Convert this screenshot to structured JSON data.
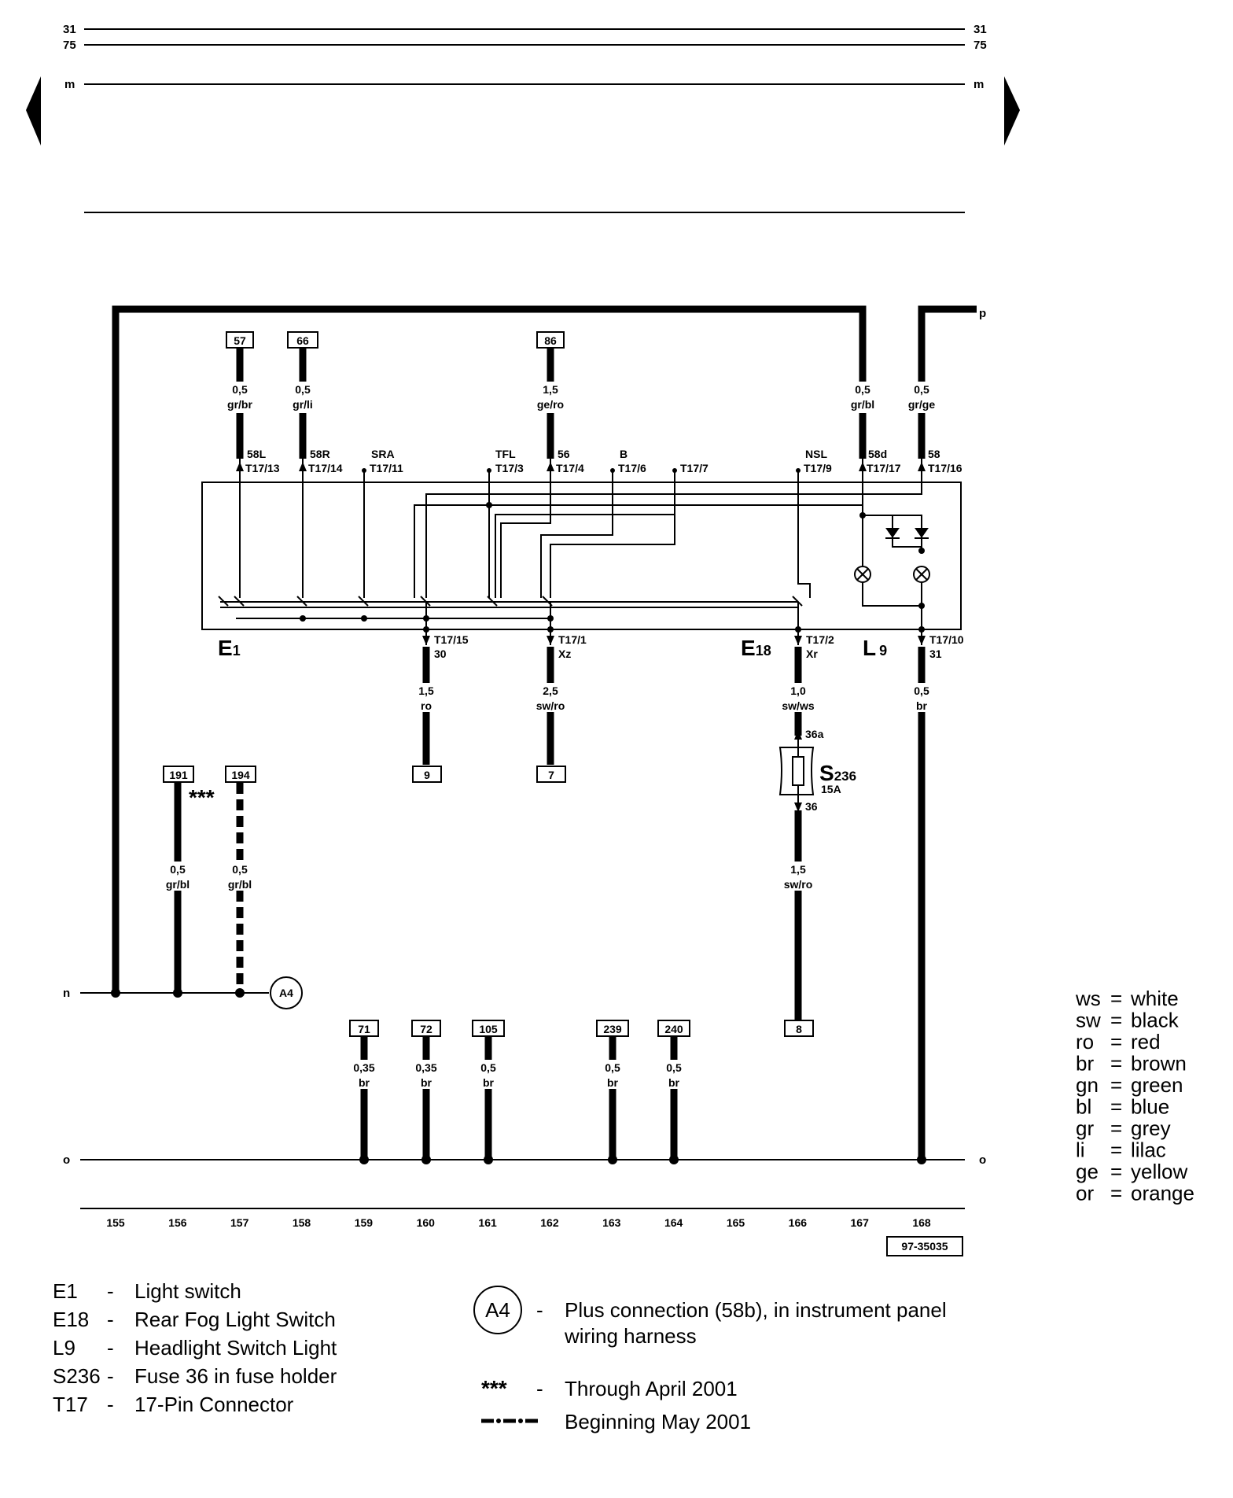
{
  "rails": {
    "r31": "31",
    "r75": "75",
    "m": "m",
    "p": "p",
    "n": "n",
    "o": "o"
  },
  "wires": {
    "w57": {
      "num": "57",
      "size": "0,5",
      "color": "gr/br"
    },
    "w66": {
      "num": "66",
      "size": "0,5",
      "color": "gr/li"
    },
    "w86": {
      "num": "86",
      "size": "1,5",
      "color": "ge/ro"
    },
    "w167": {
      "size": "0,5",
      "color": "gr/bl"
    },
    "w168": {
      "size": "0,5",
      "color": "gr/ge"
    },
    "w30": {
      "size": "1,5",
      "color": "ro",
      "num": "9"
    },
    "wxz": {
      "size": "2,5",
      "color": "sw/ro",
      "num": "7"
    },
    "wxr": {
      "size": "1,0",
      "color": "sw/ws"
    },
    "w31": {
      "size": "0,5",
      "color": "br"
    },
    "w36": {
      "size": "1,5",
      "color": "sw/ro",
      "num": "8"
    },
    "w191": {
      "num": "191",
      "size": "0,5",
      "color": "gr/bl"
    },
    "w194": {
      "num": "194",
      "size": "0,5",
      "color": "gr/bl"
    },
    "w71": {
      "num": "71",
      "size": "0,35",
      "color": "br"
    },
    "w72": {
      "num": "72",
      "size": "0,35",
      "color": "br"
    },
    "w105": {
      "num": "105",
      "size": "0,5",
      "color": "br"
    },
    "w239": {
      "num": "239",
      "size": "0,5",
      "color": "br"
    },
    "w240": {
      "num": "240",
      "size": "0,5",
      "color": "br"
    }
  },
  "pins": {
    "p58L_t": "58L",
    "p58L_b": "T17/13",
    "p58R_t": "58R",
    "p58R_b": "T17/14",
    "pSRA_t": "SRA",
    "pSRA_b": "T17/11",
    "pTFL_t": "TFL",
    "pTFL_b": "T17/3",
    "p56_t": "56",
    "p56_b": "T17/4",
    "pB_t": "B",
    "pB_b": "T17/6",
    "p7_b": "T17/7",
    "pNSL_t": "NSL",
    "pNSL_b": "T17/9",
    "p58d_t": "58d",
    "p58d_b": "T17/17",
    "p58_t": "58",
    "p58_b": "T17/16",
    "p15_t": "T17/15",
    "p15_b": "30",
    "p1_t": "T17/1",
    "p1_b": "Xz",
    "p2_t": "T17/2",
    "p2_b": "Xr",
    "p10_t": "T17/10",
    "p10_b": "31"
  },
  "components": {
    "e1_main": "E",
    "e1_sub": "1",
    "e18_main": "E",
    "e18_sub": "18",
    "l9_main": "L",
    "l9_sub": "9",
    "s236_main": "S",
    "s236_sub": "236",
    "s236_amp": "15A",
    "fuse_in": "36a",
    "fuse_out": "36",
    "a4": "A4",
    "stars": "***"
  },
  "grid": [
    "155",
    "156",
    "157",
    "158",
    "159",
    "160",
    "161",
    "162",
    "163",
    "164",
    "165",
    "166",
    "167",
    "168"
  ],
  "ref_code": "97-35035",
  "color_key": [
    {
      "code": "ws",
      "name": "white"
    },
    {
      "code": "sw",
      "name": "black"
    },
    {
      "code": "ro",
      "name": "red"
    },
    {
      "code": "br",
      "name": "brown"
    },
    {
      "code": "gn",
      "name": "green"
    },
    {
      "code": "bl",
      "name": "blue"
    },
    {
      "code": "gr",
      "name": "grey"
    },
    {
      "code": "li",
      "name": "lilac"
    },
    {
      "code": "ge",
      "name": "yellow"
    },
    {
      "code": "or",
      "name": "orange"
    }
  ],
  "legend": [
    {
      "code": "E1",
      "desc": "Light switch"
    },
    {
      "code": "E18",
      "desc": "Rear Fog Light Switch"
    },
    {
      "code": "L9",
      "desc": "Headlight Switch Light"
    },
    {
      "code": "S236",
      "desc": "Fuse 36 in fuse holder"
    },
    {
      "code": "T17",
      "desc": "17-Pin Connector"
    }
  ],
  "legend_right": {
    "a4_code": "A4",
    "a4_line1": "Plus connection (58b), in instrument panel",
    "a4_line2": "wiring harness",
    "stars_code": "***",
    "stars_desc": "Through April 2001",
    "dash_desc": "Beginning May 2001"
  },
  "dash": "-"
}
